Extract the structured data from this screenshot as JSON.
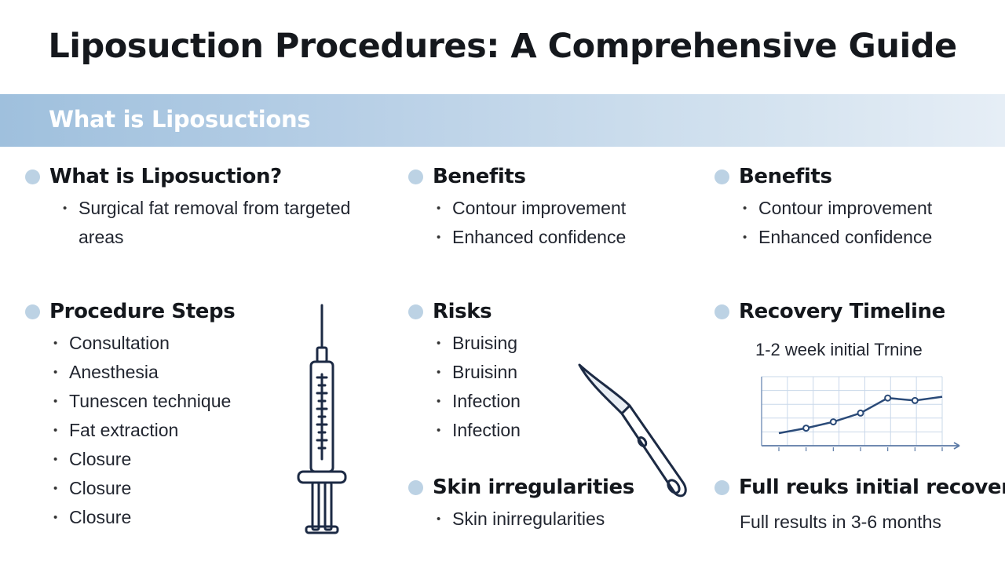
{
  "title": "Liposuction Procedures: A Comprehensive Guide",
  "banner": {
    "text": "What is Liposuctions"
  },
  "sections": {
    "what_is": {
      "heading": "What is Liposuction?",
      "items": [
        "Surgical fat removal from targeted areas"
      ]
    },
    "benefits_1": {
      "heading": "Benefits",
      "items": [
        "Contour improvement",
        "Enhanced confidence"
      ]
    },
    "benefits_2": {
      "heading": "Benefits",
      "items": [
        "Contour improvement",
        "Enhanced confidence"
      ]
    },
    "procedure": {
      "heading": "Procedure Steps",
      "items": [
        "Consultation",
        "Anesthesia",
        "Tunescen technique",
        "Fat extraction",
        "Closure",
        "Closure",
        "Closure"
      ]
    },
    "risks": {
      "heading": "Risks",
      "items": [
        "Bruising",
        "Bruisinn",
        "Infection",
        "Infection"
      ]
    },
    "recovery": {
      "heading": "Recovery Timeline",
      "chart_caption": "1-2 week initial Trnine"
    },
    "skin": {
      "heading": "Skin irregularities",
      "items": [
        "Skin inirregularities"
      ]
    },
    "full_results": {
      "heading": "Full reuks initial recovery",
      "text": "Full results in 3-6 months"
    }
  },
  "illustrations": {
    "syringe": "syringe-icon",
    "scalpel": "scalpel-icon"
  },
  "colors": {
    "bullet_dot": "#bcd2e4",
    "banner_start": "#9fc0dd",
    "banner_end": "#e6eef6",
    "chart_line": "#2a4a78",
    "chart_grid": "#c9d8ea"
  },
  "chart_data": {
    "type": "line",
    "title": "1-2 week initial Trnine",
    "values": [
      0.1,
      0.18,
      0.28,
      0.42,
      0.66,
      0.62,
      0.68
    ],
    "grid": true
  }
}
